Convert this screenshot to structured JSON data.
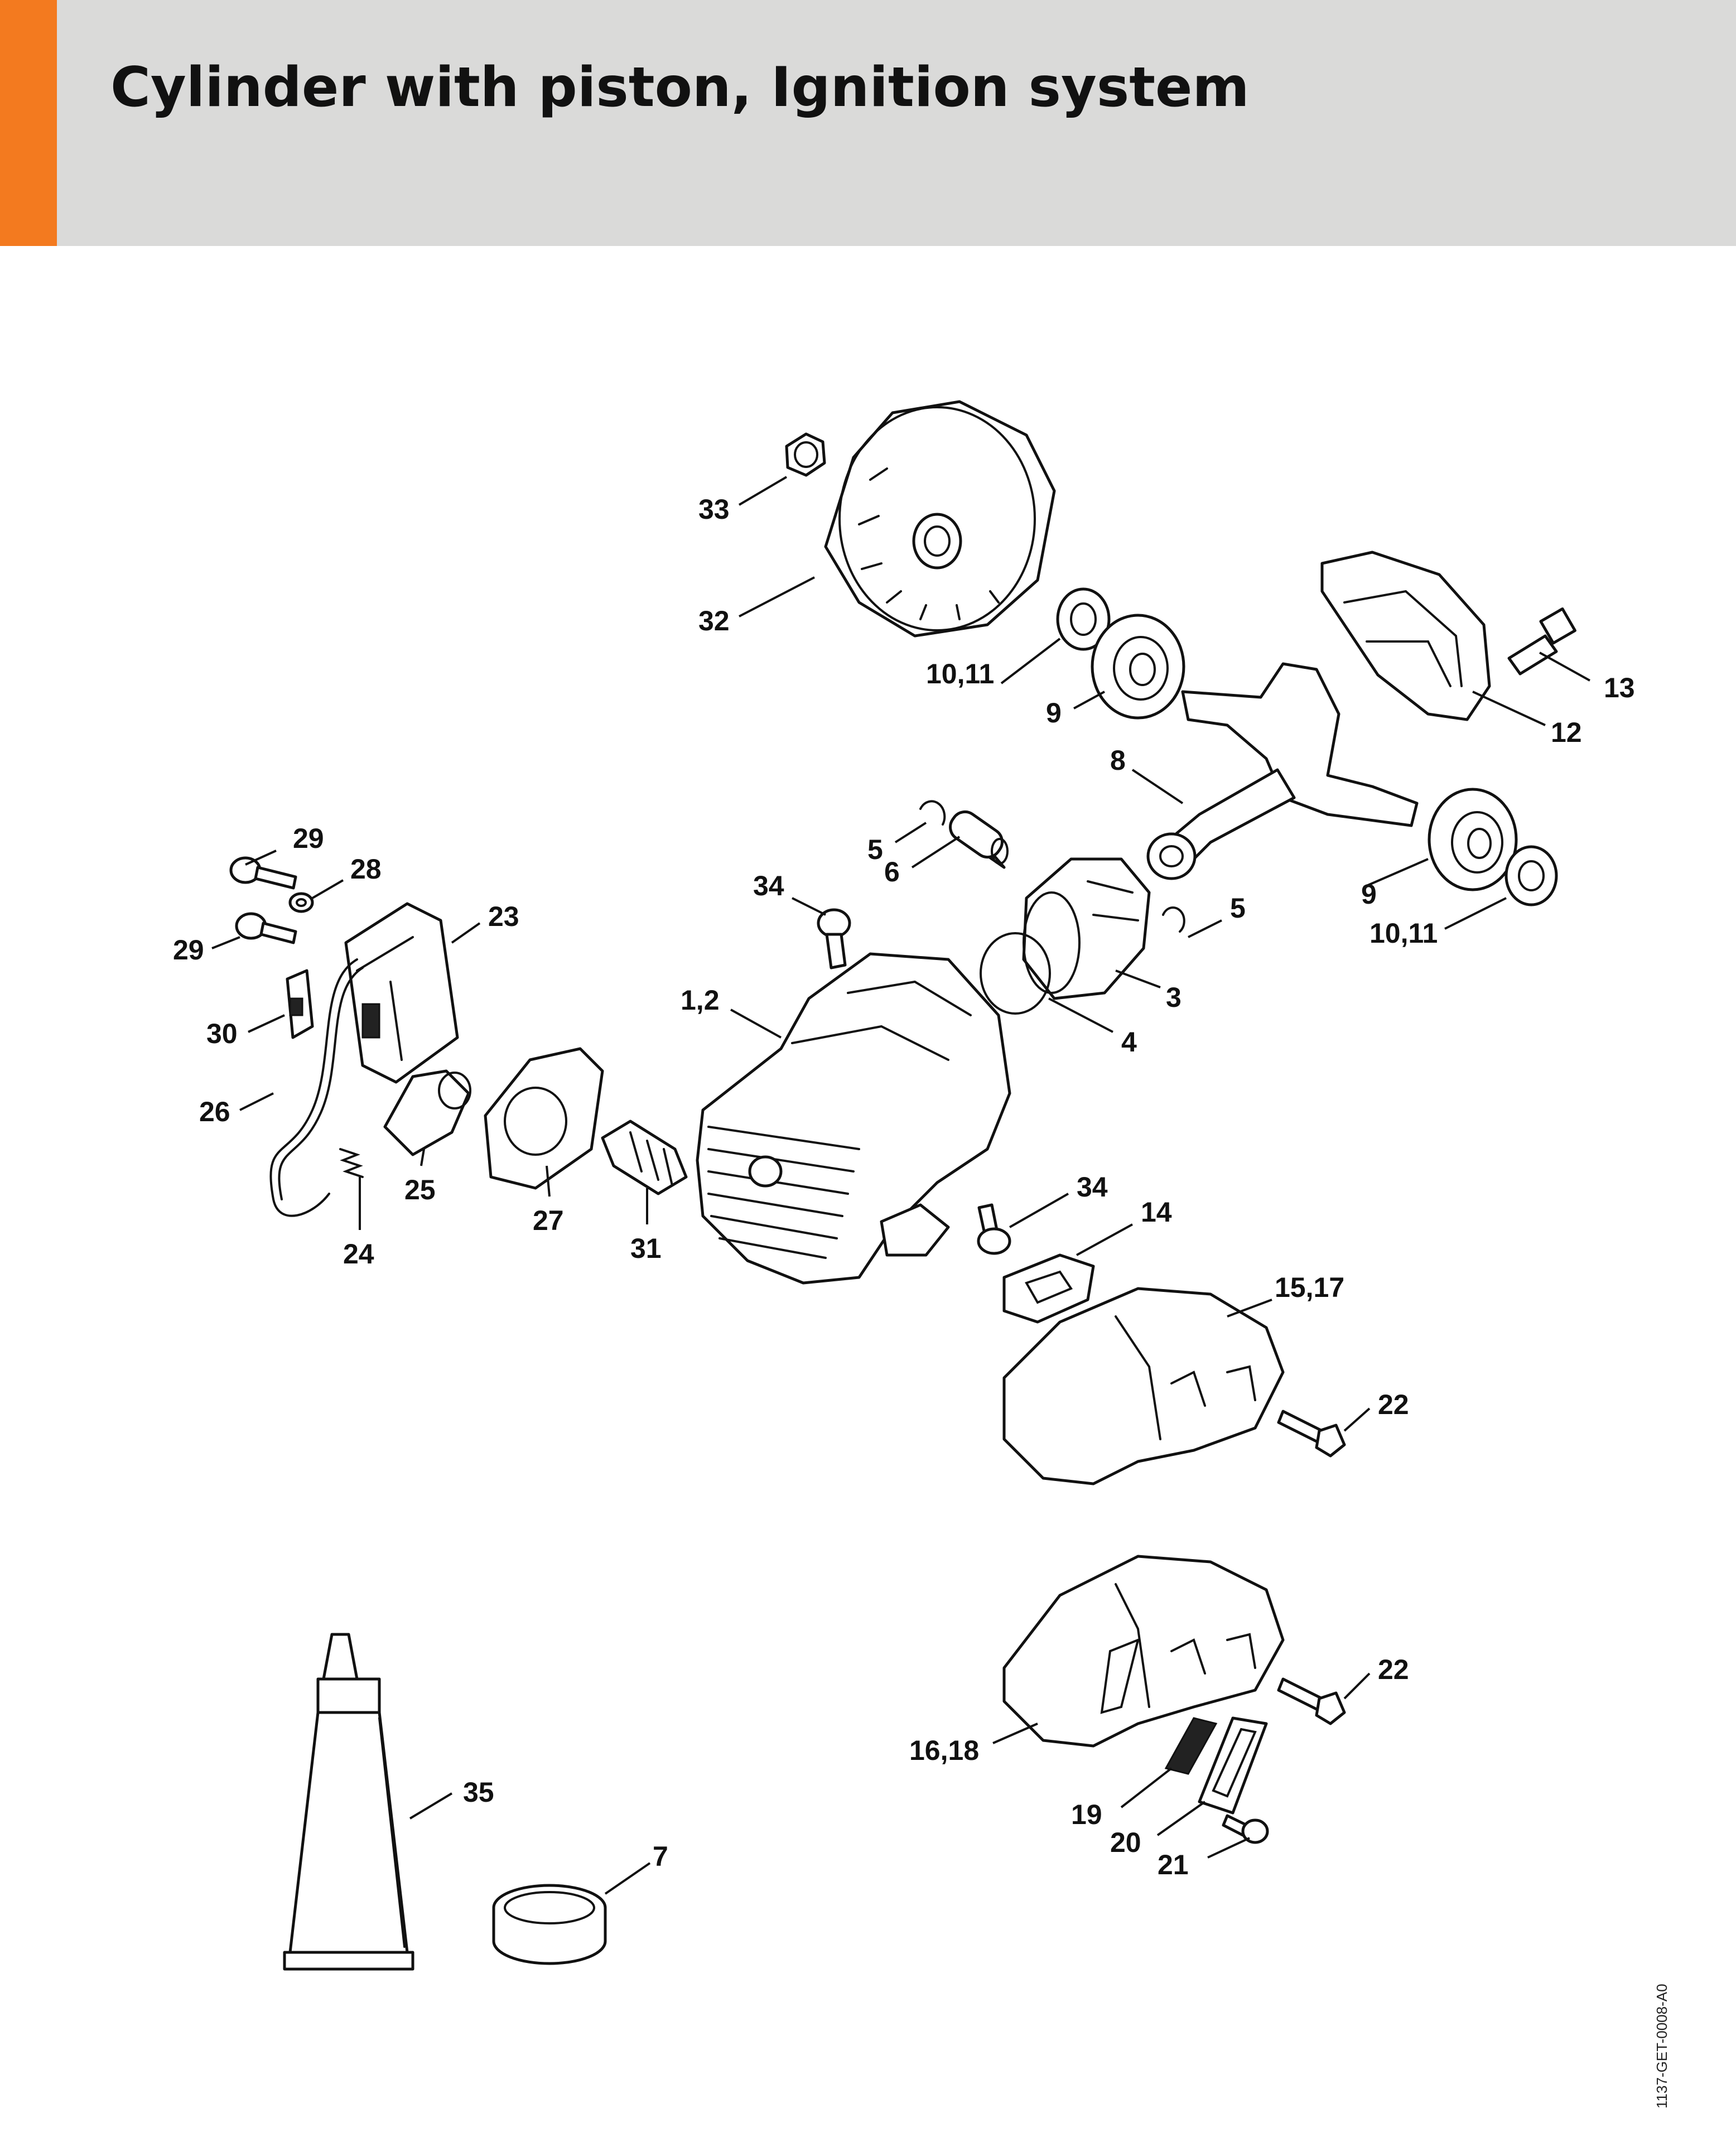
{
  "header": {
    "title": "Cylinder with piston, Ignition system",
    "accent_color": "#f37a1f",
    "background_color": "#dadad9"
  },
  "document_code": "1137-GET-0008-A0",
  "callouts": [
    "33",
    "32",
    "10,11",
    "9",
    "13",
    "12",
    "8",
    "29",
    "28",
    "5",
    "6",
    "34",
    "23",
    "29",
    "5",
    "9",
    "10,11",
    "3",
    "30",
    "1,2",
    "4",
    "26",
    "25",
    "27",
    "31",
    "24",
    "34",
    "14",
    "15,17",
    "22",
    "22",
    "16,18",
    "35",
    "19",
    "20",
    "7",
    "21"
  ]
}
